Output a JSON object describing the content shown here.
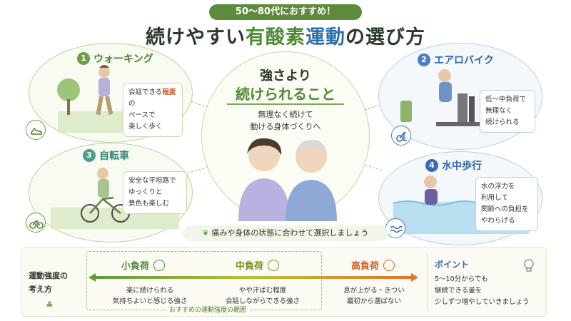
{
  "header": {
    "badge": "50〜80代におすすめ！",
    "title_pre": "続けやすい",
    "title_hl1": "有酸素",
    "title_hl2": "運動",
    "title_post": "の選び方"
  },
  "center": {
    "line1": "強さより",
    "line2": "続けられること",
    "sub1": "無理なく続けて",
    "sub2": "動ける身体づくりへ",
    "tip": "痛みや身体の状態に合わせて選択しましょう"
  },
  "activities": [
    {
      "num": "1",
      "name": "ウォーキング",
      "note": [
        "会話できる",
        "程度",
        "の",
        "ペースで",
        "楽しく歩く"
      ]
    },
    {
      "num": "2",
      "name": "エアロバイク",
      "note": [
        "低〜中負荷で",
        "無理なく",
        "続けられる"
      ]
    },
    {
      "num": "3",
      "name": "自転車",
      "note": [
        "安全な平坦路で",
        "ゆっくりと",
        "景色も楽しむ"
      ]
    },
    {
      "num": "4",
      "name": "水中歩行",
      "note": [
        "水の浮力を",
        "利用して",
        "関節への負担を",
        "やわらげる"
      ]
    }
  ],
  "intensity": {
    "title1": "運動強度の",
    "title2": "考え方",
    "low": {
      "label": "小負荷",
      "desc1": "楽に続けられる",
      "desc2": "気持ちよいと感じる強さ"
    },
    "mid": {
      "label": "中負荷",
      "desc1": "やや汗ばむ程度",
      "desc2": "会話しながらできる強さ"
    },
    "high": {
      "label": "高負荷",
      "desc1": "息が上がる・きつい",
      "desc2": "最初から選ばない"
    },
    "recommended": "おすすめの運動強度の範囲"
  },
  "point": {
    "title": "ポイント",
    "lines": [
      "5〜10分からでも",
      "継続できる量を",
      "少しずつ増やしていきましょう"
    ]
  },
  "colors": {
    "green": "#4f8a34",
    "blue": "#2e6fae",
    "orange": "#d0602a"
  }
}
